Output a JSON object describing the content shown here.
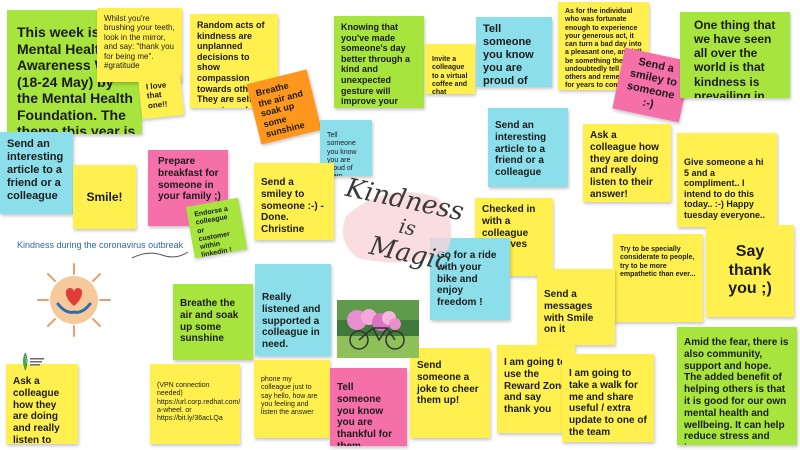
{
  "board": {
    "caption": "Kindness during the coronavirus outbreak",
    "title_line1": "Kindness",
    "title_line2": "is",
    "title_line3": "Magic",
    "notes": {
      "intro": "This week is Mental Health Awareness Week (18-24 May) by the Mental Health Foundation. The theme this year is Kindness.",
      "mirror": "Whilst you're brushing your teeth, look in the mirror, and say: \"thank you for being me\". #gratitude",
      "i_love": "I love that one!!",
      "random_acts": "Random acts of kindness are unplanned decisions to show compassion towards others. They are selfless ways to make someone smile.",
      "knowing": "Knowing that you've made someone's day better through a kind and unexpected gesture will improve your mood and make you feel good about yourself.",
      "virtual_coffee": "Invite a colleague to a virtual coffee and chat",
      "proud_top": "Tell someone you know you are proud of them",
      "fortunate": "As for the individual who was fortunate enough to experience your generous act, it can turn a bad day into a pleasant one, and it'll be something they'll undoubtedly tell others and remember for years to come.",
      "smiley_pink": "Send a smiley to someone :-)",
      "one_thing": "One thing that we have seen all over the world is that kindness is prevailing in uncertain times",
      "breathe_orange": "Breathe the air and soak up some sunshine",
      "proud_small": "Tell someone you know you are proud of them",
      "article_left": "Send an interesting article to a friend or a colleague",
      "smile": "Smile!",
      "breakfast": "Prepare breakfast for someone in your family ;)",
      "endorse": "Endorse a colleague or customer within linkedin !",
      "smiley_done": "Send a smiley to someone :-) - Done. Christine",
      "article_mid": "Send an interesting article to a friend or a colleague",
      "ask_top": "Ask a colleague how they are doing and really listen to their answer!",
      "hi5": "Give someone a hi 5 and a compliment.. I intend to do this today.. :-) Happy tuesday everyone..",
      "checked_in": "Checked in with a colleague who lives alone",
      "considerate": "Try to be specially considerate to people, try to be more empathetic than ever...",
      "say_thank": "Say thank you ;)",
      "bike": "Go for a ride with your bike and enjoy freedom !",
      "smile_messages": "Send a messages with Smile on it",
      "breathe_green": "Breathe the air and soak up some sunshine",
      "listened": "Really listened and supported a colleague in need.",
      "amid_fear": "Amid the fear, there is also community, support and hope. The added benefit of helping others is that it is good for our own mental health and wellbeing. It can help reduce stress and improve your emotional wellbeing.",
      "ask_bottom": "Ask a colleague how they are doing and really listen to their answer!",
      "vpn": "(VPN connection needed) https://url.corp.redhat.com/spin-a-wheel. or https://bit.ly/36acLQa",
      "phone": "phone my colleague just to say hello, how are you feeling and listen the answer",
      "thankful": "Tell someone you know you are thankful for them",
      "joke": "Send someone a joke to cheer them up!",
      "reward_zone": "I am going to use the Reward Zone and say thank you",
      "walk": "I am going to take a walk for me and share useful / extra update to one of the team"
    }
  },
  "colors": {
    "yellow": "#fff04f",
    "green": "#a7e43e",
    "cyan": "#8cdfea",
    "pink": "#f56fa8",
    "orange": "#ff961d"
  }
}
